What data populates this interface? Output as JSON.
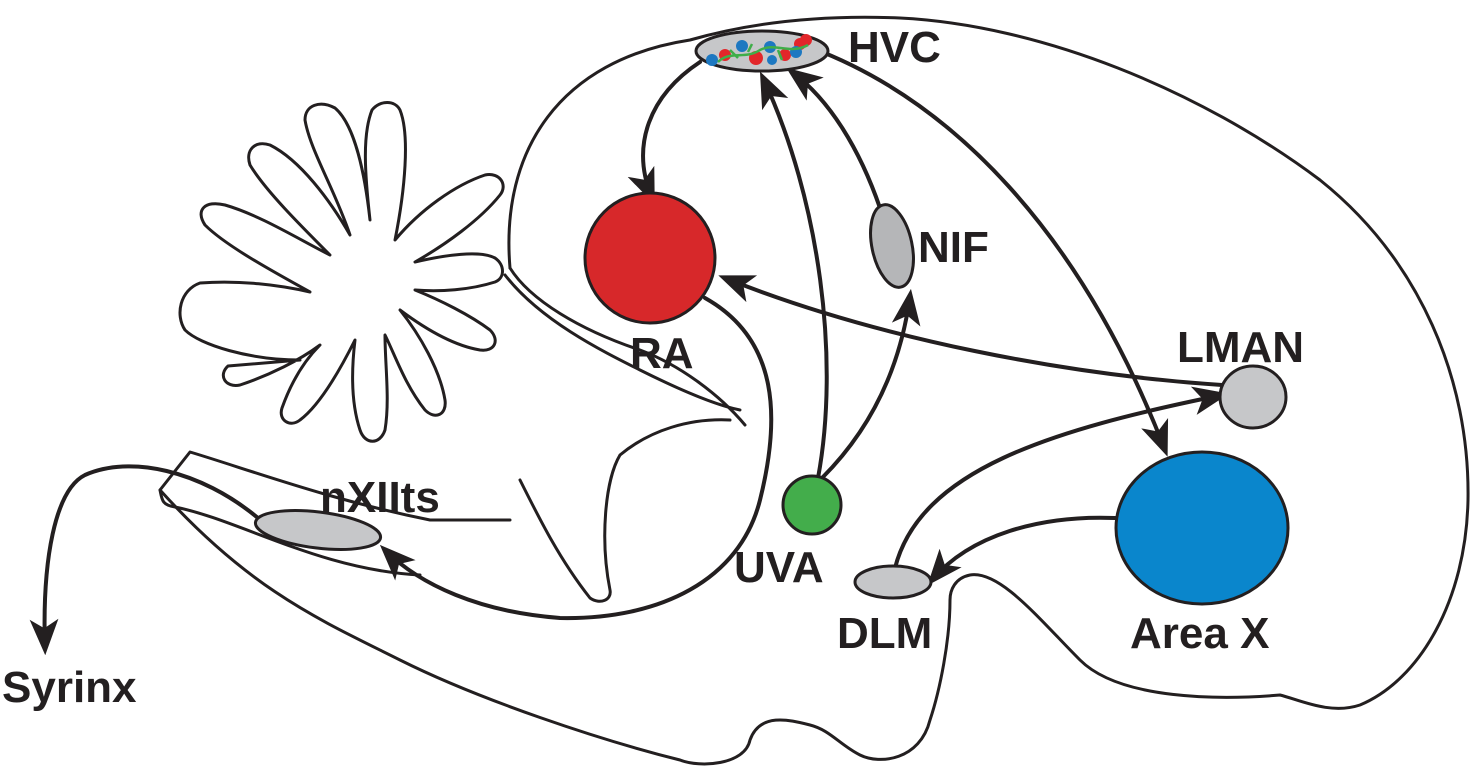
{
  "diagram": {
    "labels": {
      "hvc": "HVC",
      "ra": "RA",
      "nif": "NIF",
      "lman": "LMAN",
      "uva": "UVA",
      "dlm": "DLM",
      "area_x": "Area X",
      "nxiits": "nXIIts",
      "syrinx": "Syrinx"
    },
    "colors": {
      "ra": "#d7282a",
      "area_x": "#0a86cc",
      "uva": "#43ad4b",
      "grey_nucleus": "#c6c7c9",
      "dark_grey_nucleus": "#b5b6b8",
      "stroke": "#231f20",
      "hvc_cells_red": "#e2262a",
      "hvc_cells_blue": "#1d78c1",
      "hvc_cells_green": "#3fae49"
    },
    "connections": [
      {
        "from": "HVC",
        "to": "RA"
      },
      {
        "from": "HVC",
        "to": "Area X"
      },
      {
        "from": "UVA",
        "to": "HVC"
      },
      {
        "from": "NIF",
        "to": "HVC"
      },
      {
        "from": "UVA",
        "to": "NIF"
      },
      {
        "from": "LMAN",
        "to": "RA"
      },
      {
        "from": "RA",
        "to": "nXIIts"
      },
      {
        "from": "nXIIts",
        "to": "Syrinx"
      },
      {
        "from": "Area X",
        "to": "DLM"
      },
      {
        "from": "DLM",
        "to": "LMAN"
      }
    ]
  }
}
